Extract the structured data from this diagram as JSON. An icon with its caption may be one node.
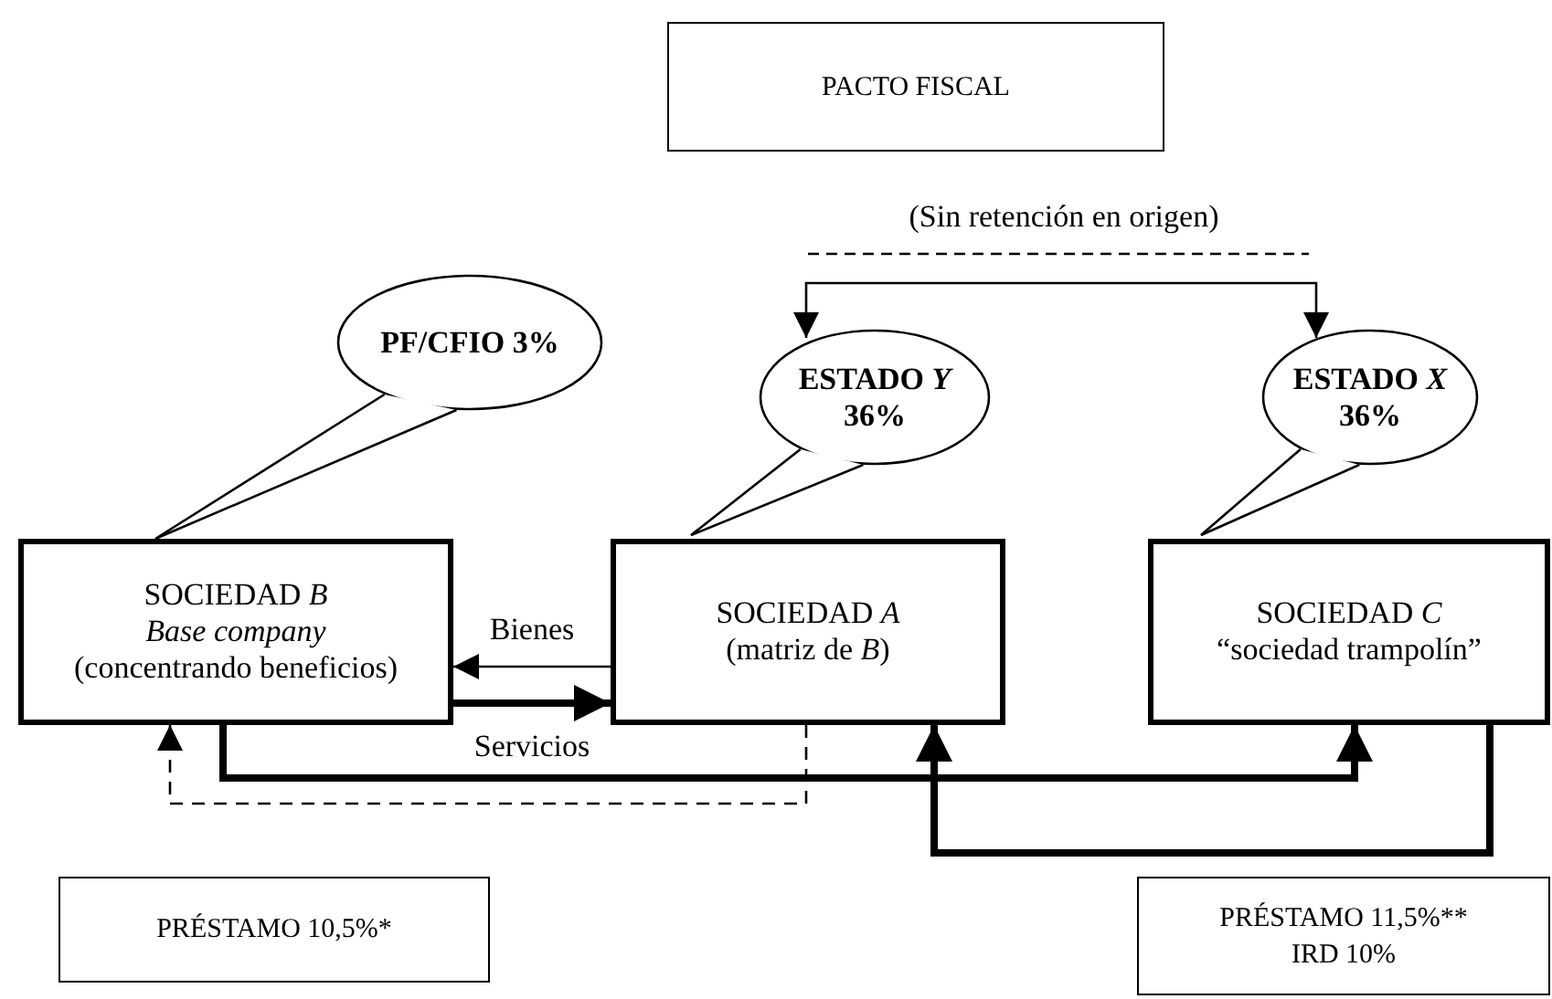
{
  "diagram": {
    "nodes": [
      {
        "text": [
          "PACTO FISCAL"
        ]
      },
      {
        "text": [
          "PF/CFIO 3%"
        ]
      },
      {
        "text": [
          "ESTADO *Y* 36%"
        ]
      },
      {
        "text": [
          "ESTADO *X* 36%"
        ]
      },
      {
        "text": [
          "SOCIEDAD *B*",
          "*Base company*",
          "(concentrando beneficios)"
        ]
      },
      {
        "text": [
          "SOCIEDAD *A*",
          "(matriz de *B*)"
        ]
      },
      {
        "text": [
          "SOCIEDAD *C*",
          "“sociedad trampolín”"
        ]
      },
      {
        "text": [
          "PRÉSTAMO 10,5%*"
        ]
      },
      {
        "text": [
          "PRÉSTAMO 11,5%** IRD 10%"
        ]
      }
    ],
    "edges": [
      {
        "from": 2,
        "to": 3,
        "arrow": "both"
      },
      {
        "from": 5,
        "to": 4,
        "arrow": "to",
        "label": "Bienes"
      },
      {
        "from": 4,
        "to": 5,
        "arrow": "to",
        "label": "Servicios",
        "style": "thick"
      },
      {
        "from": 4,
        "to": 6,
        "arrow": "to",
        "style": "thick"
      },
      {
        "from": 6,
        "to": 5,
        "arrow": "to",
        "style": "thick"
      },
      {
        "from": 5,
        "to": 4,
        "arrow": "to",
        "style": "dashed"
      }
    ],
    "labels": [
      "(Sin retención en origen)"
    ]
  }
}
